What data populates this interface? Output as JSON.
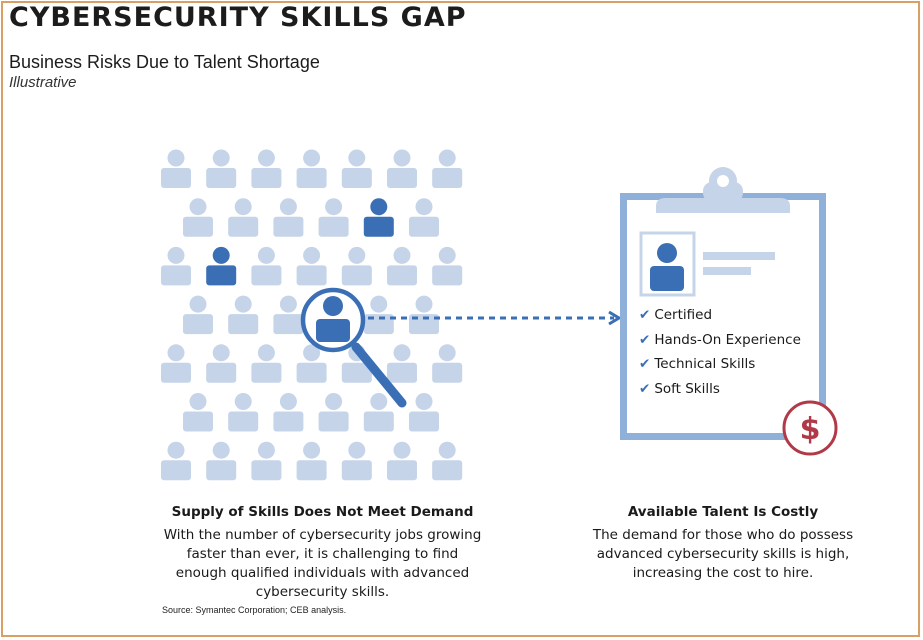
{
  "header": {
    "title": "CYBERSECURITY SKILLS GAP",
    "subtitle": "Business Risks Due to Talent Shortage",
    "note": "Illustrative"
  },
  "left_panel": {
    "caption_title": "Supply of Skills Does Not Meet Demand",
    "caption_body": "With the number of cybersecurity jobs growing faster than ever, it is challenging to find enough qualified individuals with advanced cybersecurity skills."
  },
  "right_panel": {
    "checklist": [
      {
        "icon": "checkmark-icon",
        "label": "Certified"
      },
      {
        "icon": "checkmark-icon",
        "label": "Hands-On Experience"
      },
      {
        "icon": "checkmark-icon",
        "label": "Technical Skills"
      },
      {
        "icon": "checkmark-icon",
        "label": "Soft Skills"
      }
    ],
    "cost_symbol": "$",
    "caption_title": "Available Talent Is Costly",
    "caption_body": "The demand for those who do possess advanced cybersecurity skills is high, increasing the cost to hire."
  },
  "source": "Source: Symantec Corporation; CEB analysis.",
  "colors": {
    "border": "#d9a066",
    "person_light": "#c5d4e8",
    "person_dark": "#3b6fb5",
    "clipboard": "#8fb0d8",
    "cost_red": "#b03a48"
  }
}
